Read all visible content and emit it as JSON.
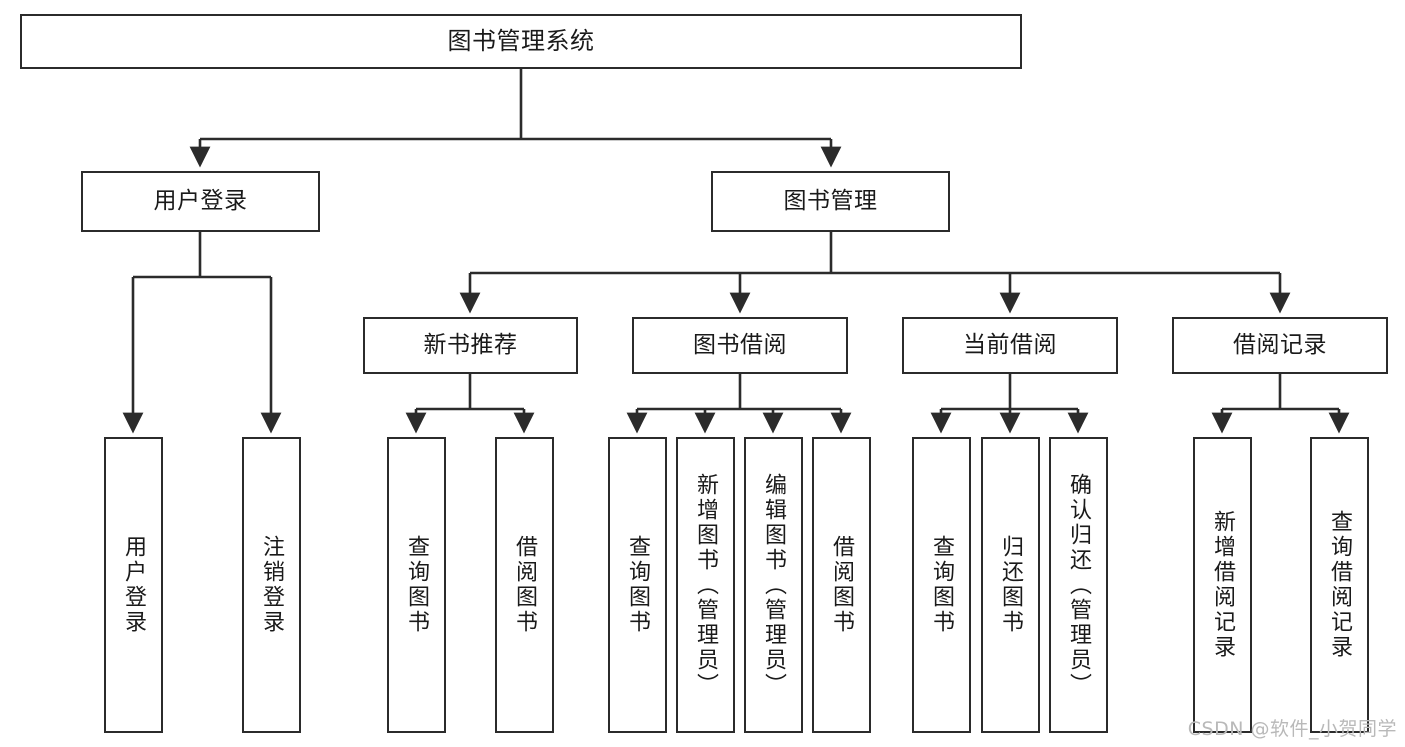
{
  "diagram": {
    "title": "图书管理系统",
    "type": "tree-hierarchy-chart",
    "watermark": "CSDN @软件_小贺同学",
    "colors": {
      "box_border": "#2b2b2b",
      "box_fill": "#ffffff",
      "connector": "#2b2b2b",
      "text": "#1a1a1a",
      "watermark": "#b9b9b9",
      "background": "#ffffff"
    }
  },
  "nodes": {
    "root": {
      "label": "图书管理系统"
    },
    "level2": [
      {
        "label": "用户登录"
      },
      {
        "label": "图书管理"
      }
    ],
    "level3": [
      {
        "label": "新书推荐"
      },
      {
        "label": "图书借阅"
      },
      {
        "label": "当前借阅"
      },
      {
        "label": "借阅记录"
      }
    ],
    "leaves": [
      {
        "label": "用户登录"
      },
      {
        "label": "注销登录"
      },
      {
        "label": "查询图书"
      },
      {
        "label": "借阅图书"
      },
      {
        "label": "查询图书"
      },
      {
        "label": "新增图书（管理员）"
      },
      {
        "label": "编辑图书（管理员）"
      },
      {
        "label": "借阅图书"
      },
      {
        "label": "查询图书"
      },
      {
        "label": "归还图书"
      },
      {
        "label": "确认归还（管理员）"
      },
      {
        "label": "新增借阅记录"
      },
      {
        "label": "查询借阅记录"
      }
    ]
  }
}
